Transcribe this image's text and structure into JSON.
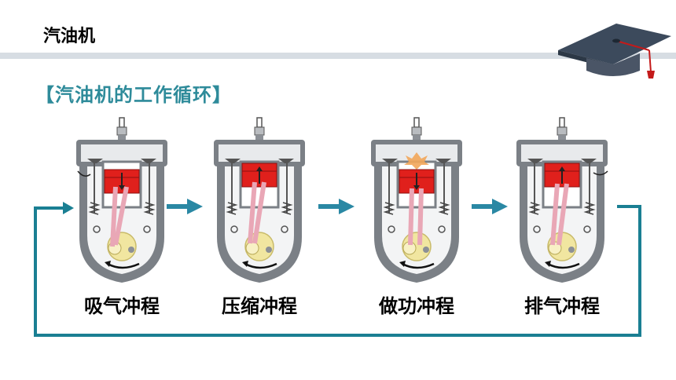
{
  "header": {
    "title": "汽油机"
  },
  "section": {
    "heading": "【汽油机的工作循环】"
  },
  "stages": [
    {
      "label": "吸气冲程",
      "piston_direction": "down",
      "intake_valve": "open",
      "exhaust_valve": "closed",
      "spark": false
    },
    {
      "label": "压缩冲程",
      "piston_direction": "up",
      "intake_valve": "closed",
      "exhaust_valve": "closed",
      "spark": false
    },
    {
      "label": "做功冲程",
      "piston_direction": "down",
      "intake_valve": "closed",
      "exhaust_valve": "closed",
      "spark": true
    },
    {
      "label": "排气冲程",
      "piston_direction": "up",
      "intake_valve": "closed",
      "exhaust_valve": "open",
      "spark": false
    }
  ],
  "colors": {
    "accent": "#2e8b9a",
    "flow_arrow": "#2a88a4",
    "cycle_loop": "#1a7f93",
    "piston": "#e0201c",
    "rod": "#e9a7b6",
    "crank": "#f1e6a0",
    "engine_wall": "#7b8086",
    "engine_inner": "#f3f4f5"
  },
  "icons": {
    "logo": "graduation-cap-icon"
  }
}
